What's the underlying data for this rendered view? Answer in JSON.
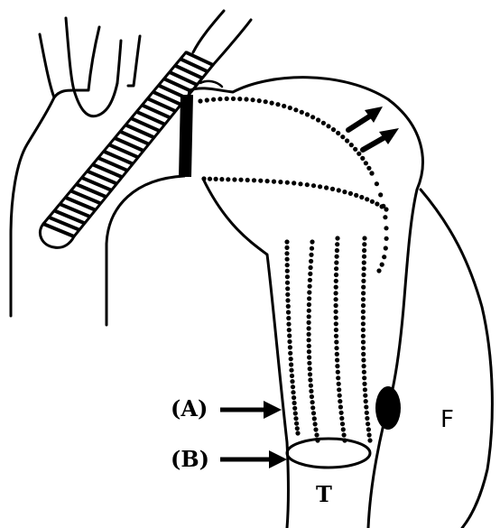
{
  "labels": {
    "a": "(A)",
    "b": "(B)",
    "t": "T",
    "f": "F"
  },
  "icons": {
    "arrows_at_dome": "double-arrow-icon",
    "arrow_a": "pointer-arrow-icon",
    "arrow_b": "pointer-arrow-icon"
  },
  "colors": {
    "ink": "#000000",
    "background": "#ffffff"
  }
}
